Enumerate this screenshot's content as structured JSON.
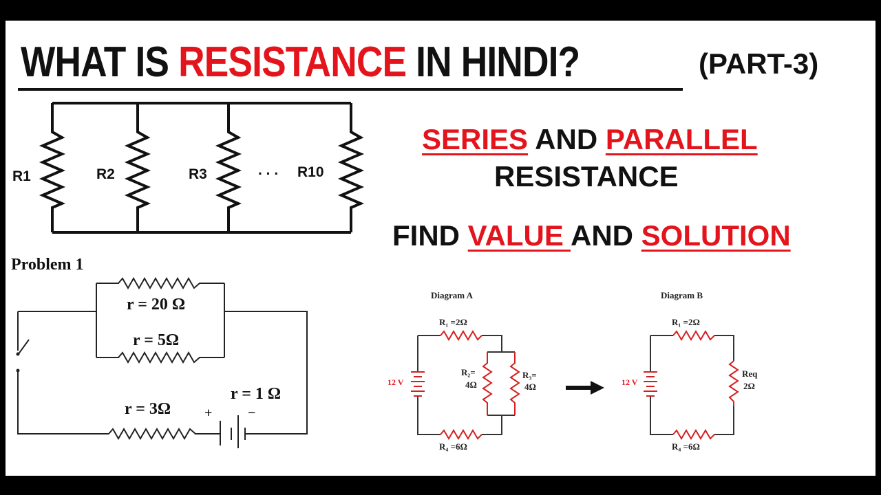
{
  "title": {
    "part1": "WHAT IS ",
    "highlight": "RESISTANCE",
    "part2": " IN HINDI?",
    "part": "(PART-3)"
  },
  "subtitle": {
    "series": "SERIES",
    "and1": " AND ",
    "parallel": "PARALLEL",
    "resistance": "RESISTANCE",
    "find": "FIND ",
    "value": "VALUE ",
    "and2": "AND ",
    "solution": "SOLUTION"
  },
  "parallel_circuit": {
    "labels": [
      "R1",
      "R2",
      "R3",
      "R10"
    ],
    "dots": ". . ."
  },
  "problem": {
    "heading": "Problem 1",
    "r20": "r = 20 Ω",
    "r5": "r = 5Ω",
    "r3": "r = 3Ω",
    "r1": "r = 1 Ω",
    "plus": "+",
    "minus": "−"
  },
  "diagram_a": {
    "heading": "Diagram A",
    "voltage": "12 V",
    "r1": "R₁ =2Ω",
    "r2_top": "R₂=",
    "r2_bot": "4Ω",
    "r3_top": "R₃=",
    "r3_bot": "4Ω",
    "r4": "R₄ =6Ω"
  },
  "diagram_b": {
    "heading": "Diagram B",
    "voltage": "12 V",
    "r1": "R₁ =2Ω",
    "req_top": "Req",
    "req_bot": "2Ω",
    "r4": "R₄ =6Ω"
  },
  "colors": {
    "accent": "#e3141c",
    "ink": "#111111",
    "frame": "#000000",
    "canvas": "#ffffff"
  }
}
